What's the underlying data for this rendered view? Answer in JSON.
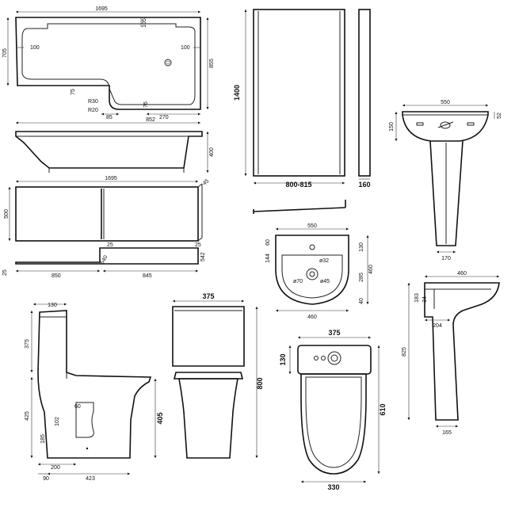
{
  "bath_top": {
    "length": "1695",
    "width_a": "705",
    "width_b": "855",
    "rim_top": "105",
    "rim_left": "100",
    "rim_right": "100",
    "step": "75",
    "step_b": "76",
    "r30": "R30",
    "r20": "R20",
    "d85": "85",
    "d270": "270",
    "d852": "852"
  },
  "bath_side": {
    "height": "400"
  },
  "bath_panel": {
    "length": "1695",
    "height": "500",
    "end": "45",
    "d25a": "25",
    "d25b": "25",
    "d25c": "25",
    "d850": "850",
    "d845": "845",
    "d540": "540",
    "d542": "542"
  },
  "screen": {
    "height": "1400",
    "width": "800-815",
    "depth": "160"
  },
  "basin_side": {
    "width": "550",
    "height": "150",
    "edge": "52",
    "ped": "170"
  },
  "basin_top": {
    "width": "550",
    "d60": "60",
    "d144": "144",
    "d130": "130",
    "d285": "285",
    "d460": "460",
    "d40": "40",
    "dia32": "ø32",
    "dia70": "ø70",
    "dia45": "ø45",
    "depth": "460"
  },
  "basin_profile": {
    "depth": "460",
    "d183": "183",
    "d34": "34",
    "d204": "204",
    "height": "825",
    "ped": "165"
  },
  "wc_side": {
    "d130": "130",
    "d375": "375",
    "d425": "425",
    "d60": "60",
    "d102": "102",
    "d185": "185",
    "d200": "200",
    "d90": "90",
    "d423": "423"
  },
  "wc_front": {
    "width": "375",
    "height": "800",
    "pan": "405"
  },
  "wc_top": {
    "width": "375",
    "d130": "130",
    "depth": "610",
    "base": "330"
  }
}
